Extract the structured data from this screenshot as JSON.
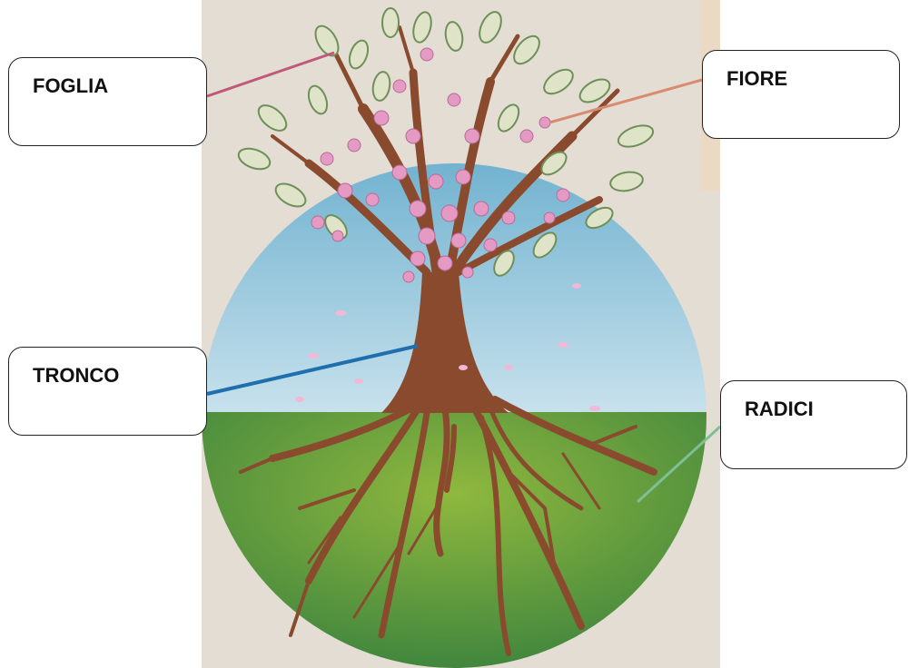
{
  "labels": {
    "foglia": "FOGLIA",
    "fiore": "FIORE",
    "tronco": "TRONCO",
    "radici": "RADICI"
  },
  "colors": {
    "paper": "#e3ddd3",
    "sky": "#8ec3da",
    "ground": "#2f7a3c",
    "trunk": "#8a4a2e",
    "blossom": "#e59ac4",
    "leaf": "#dfe4c9",
    "line_foglia": "#c0587a",
    "line_fiore": "#d98b70",
    "line_tronco": "#1f6fae",
    "line_radici": "#7fbf95"
  }
}
